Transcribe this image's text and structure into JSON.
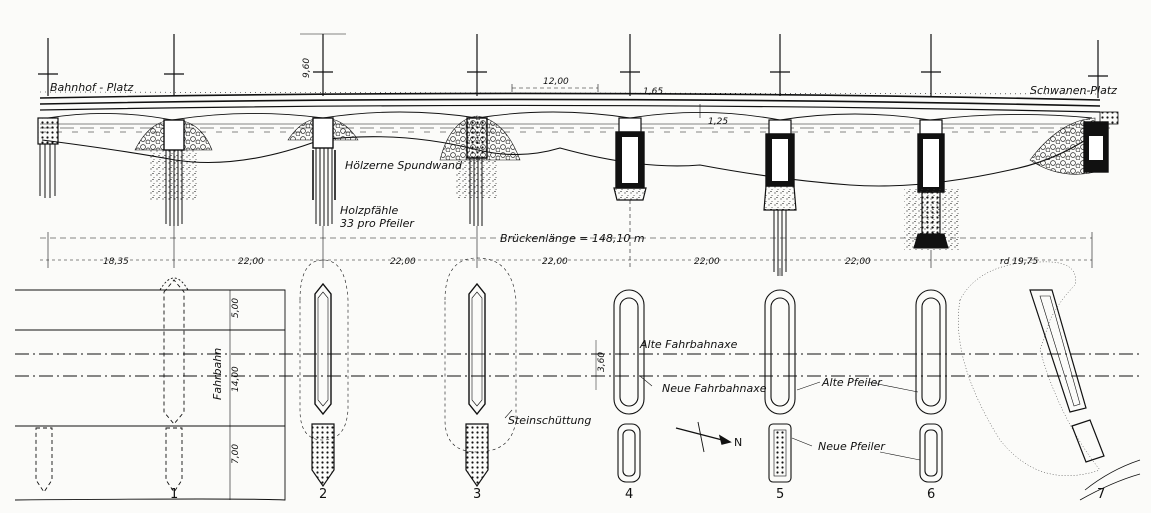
{
  "labels": {
    "left_square": "Bahnhof - Platz",
    "right_square": "Schwanen-Platz",
    "wooden_sheet_wall": "Hölzerne Spundwand",
    "wooden_piles_1": "Holzpfähle",
    "wooden_piles_2": "33 pro Pfeiler",
    "bridge_length": "Brückenlänge = 148,10 m",
    "old_axis": "Alte Fahrbahnaxe",
    "new_axis": "Neue Fahrbahnaxe",
    "old_piers": "Alte Pfeiler",
    "new_piers": "Neue Pfeiler",
    "rock_fill": "Steinschüttung",
    "roadway": "Fahrbahn",
    "north": "N"
  },
  "dimensions": {
    "mast_height": "9,60",
    "span_upper": "12,00",
    "rise_a": "1,65",
    "rise_b": "1,25",
    "spans": [
      "18,35",
      "22,00",
      "22,00",
      "22,00",
      "22,00",
      "22,00",
      "rd 19,75"
    ],
    "lane_top": "5,00",
    "lane_mid": "14,00",
    "lane_bottom": "7,00",
    "axis_offset": "3,60"
  },
  "pier_numbers": [
    "1",
    "2",
    "3",
    "4",
    "5",
    "6",
    "7"
  ]
}
